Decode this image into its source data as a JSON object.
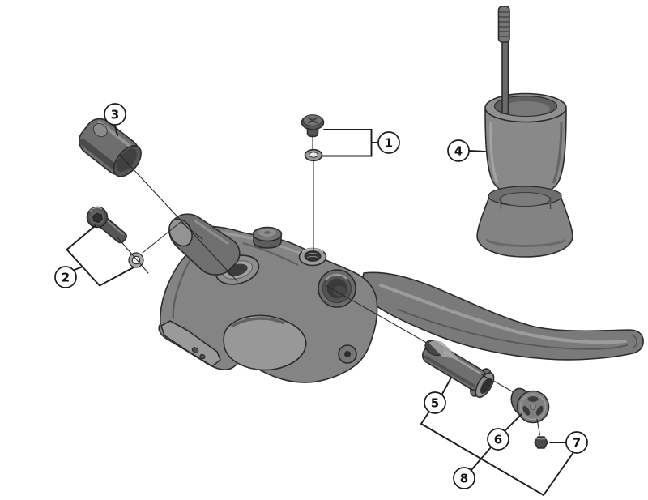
{
  "figure": {
    "kind": "exploded-parts-diagram",
    "colors": {
      "background": "#ffffff",
      "line": "#1c1c1c",
      "part_gray": "#848484",
      "dark_gray": "#3c3c3c",
      "light_gray": "#a8a8a8"
    },
    "callouts": [
      {
        "label": "1",
        "part": "bleed-screw-and-washer"
      },
      {
        "label": "2",
        "part": "clamp-bolt-and-o-ring"
      },
      {
        "label": "3",
        "part": "rubber-boot"
      },
      {
        "label": "4",
        "part": "bleed-funnel-with-plug-rod"
      },
      {
        "label": "5",
        "part": "slotted-bushing"
      },
      {
        "label": "6",
        "part": "adjuster-plug"
      },
      {
        "label": "7",
        "part": "nut"
      },
      {
        "label": "8",
        "part": "adjuster-assembly-group"
      }
    ]
  }
}
